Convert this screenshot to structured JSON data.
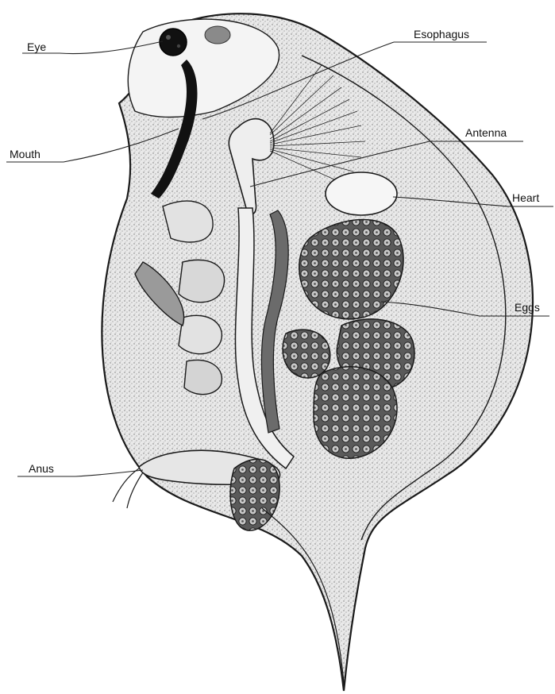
{
  "labels": {
    "eye": "Eye",
    "esophagus": "Esophagus",
    "mouth": "Mouth",
    "antenna": "Antenna",
    "heart": "Heart",
    "eggs": "Eggs",
    "anus": "Anus"
  }
}
